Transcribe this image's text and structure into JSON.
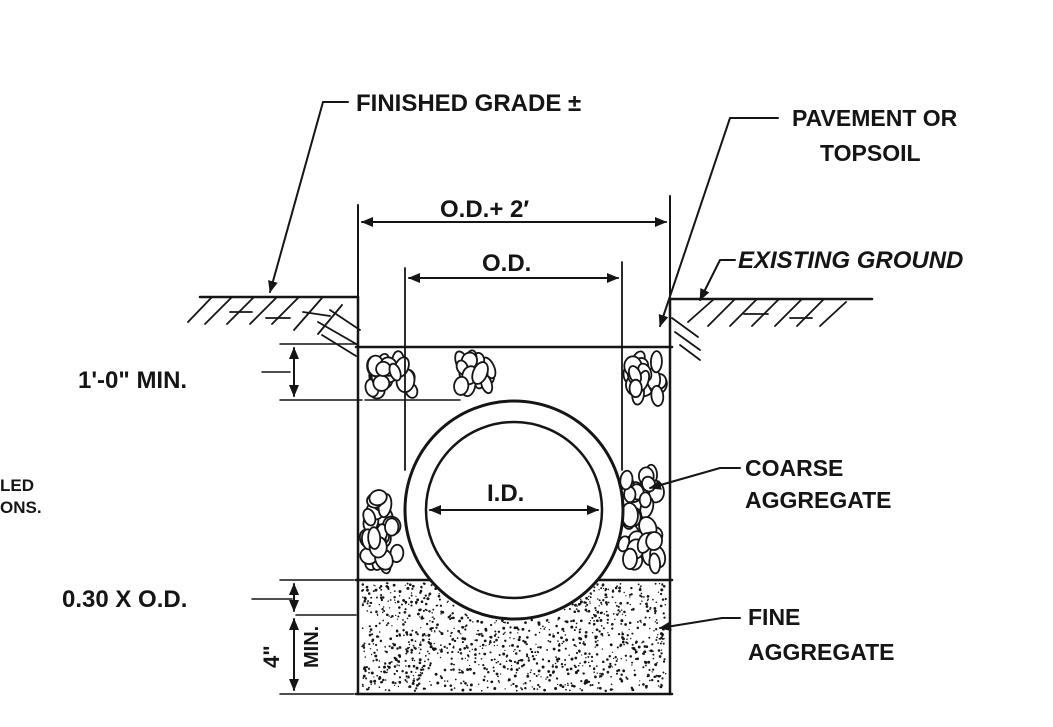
{
  "labels": {
    "finished_grade": "FINISHED  GRADE ±",
    "pavement_line1": "PAVEMENT OR",
    "pavement_line2": "TOPSOIL",
    "od_plus_2": "O.D.+ 2′",
    "od": "O.D.",
    "existing_ground": "EXISTING  GROUND",
    "min_cover": "1'-0\" MIN.",
    "id": "I.D.",
    "coarse_line1": "COARSE",
    "coarse_line2": "AGGREGATE",
    "fine_line1": "FINE",
    "fine_line2": "AGGREGATE",
    "bedding": "0.30  X  O.D.",
    "four_inch": "4\"",
    "min": "MIN.",
    "cutoff_line1": "LED",
    "cutoff_line2": "ONS."
  },
  "colors": {
    "ink": "#151515",
    "paper": "#ffffff"
  }
}
